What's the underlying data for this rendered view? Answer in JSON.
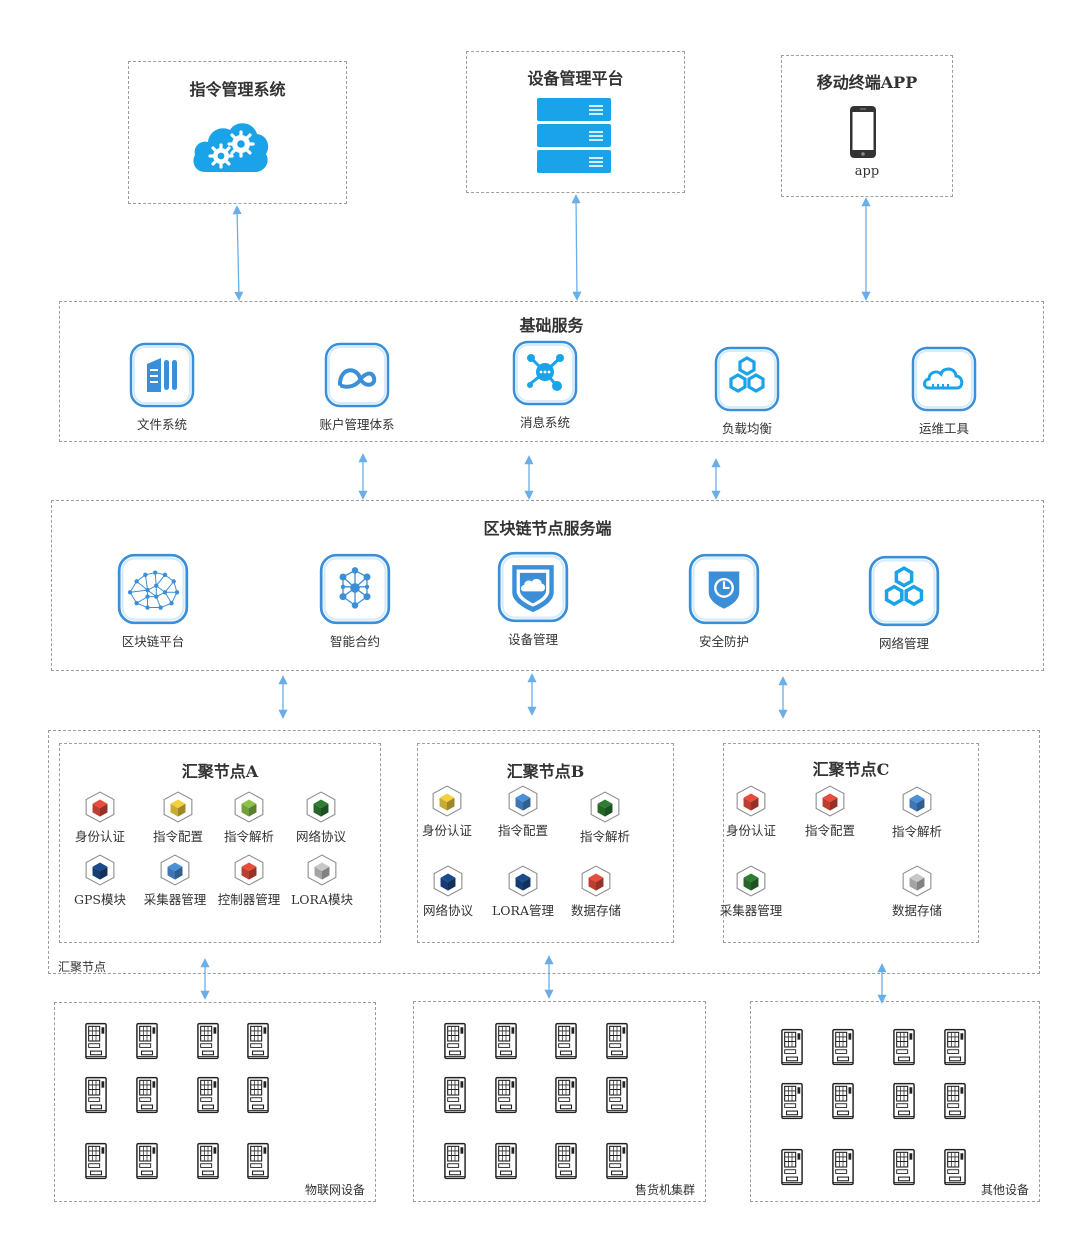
{
  "top": {
    "command": {
      "title": "指令管理系统"
    },
    "device_platform": {
      "title": "设备管理平台"
    },
    "mobile": {
      "title": "移动终端APP",
      "app_label": "app"
    }
  },
  "basic": {
    "title": "基础服务",
    "items": [
      {
        "label": "文件系统",
        "icon": "file-system-icon"
      },
      {
        "label": "账户管理体系",
        "icon": "account-icon"
      },
      {
        "label": "消息系统",
        "icon": "message-icon"
      },
      {
        "label": "负载均衡",
        "icon": "load-balance-icon"
      },
      {
        "label": "运维工具",
        "icon": "ops-tool-icon"
      }
    ]
  },
  "blockchain": {
    "title": "区块链节点服务端",
    "items": [
      {
        "label": "区块链平台",
        "icon": "blockchain-network-icon"
      },
      {
        "label": "智能合约",
        "icon": "smart-contract-icon"
      },
      {
        "label": "设备管理",
        "icon": "device-shield-icon"
      },
      {
        "label": "安全防护",
        "icon": "security-shield-icon"
      },
      {
        "label": "网络管理",
        "icon": "network-hex-icon"
      }
    ]
  },
  "aggregate": {
    "outer_label": "汇聚节点",
    "nodes": [
      {
        "title": "汇聚节点A",
        "items": [
          {
            "label": "身份认证",
            "color": "#e74c3c"
          },
          {
            "label": "指令配置",
            "color": "#f4d03f"
          },
          {
            "label": "指令解析",
            "color": "#8bc34a"
          },
          {
            "label": "网络协议",
            "color": "#2e7d32"
          },
          {
            "label": "GPS模块",
            "color": "#1a4b8c"
          },
          {
            "label": "采集器管理",
            "color": "#4a90d9"
          },
          {
            "label": "控制器管理",
            "color": "#e74c3c"
          },
          {
            "label": "LORA模块",
            "color": "#c8c8c8"
          }
        ]
      },
      {
        "title": "汇聚节点B",
        "items": [
          {
            "label": "身份认证",
            "color": "#f4d03f"
          },
          {
            "label": "指令配置",
            "color": "#4a90d9"
          },
          {
            "label": "指令解析",
            "color": "#2e7d32"
          },
          {
            "label": "网络协议",
            "color": "#1a4b8c"
          },
          {
            "label": "LORA管理",
            "color": "#1a4b8c"
          },
          {
            "label": "数据存储",
            "color": "#e74c3c"
          }
        ]
      },
      {
        "title": "汇聚节点C",
        "items": [
          {
            "label": "身份认证",
            "color": "#e74c3c"
          },
          {
            "label": "指令配置",
            "color": "#e74c3c"
          },
          {
            "label": "指令解析",
            "color": "#4a90d9"
          },
          {
            "label": "采集器管理",
            "color": "#2e7d32"
          },
          {
            "label": "数据存储",
            "color": "#c8c8c8"
          }
        ]
      }
    ]
  },
  "devices": [
    {
      "label": "物联网设备"
    },
    {
      "label": "售货机集群"
    },
    {
      "label": "其他设备"
    }
  ],
  "colors": {
    "accent": "#1aa3e8",
    "arrow": "#6aaee8",
    "tile_border": "#3a8fd8",
    "border": "#9e9e9e"
  }
}
